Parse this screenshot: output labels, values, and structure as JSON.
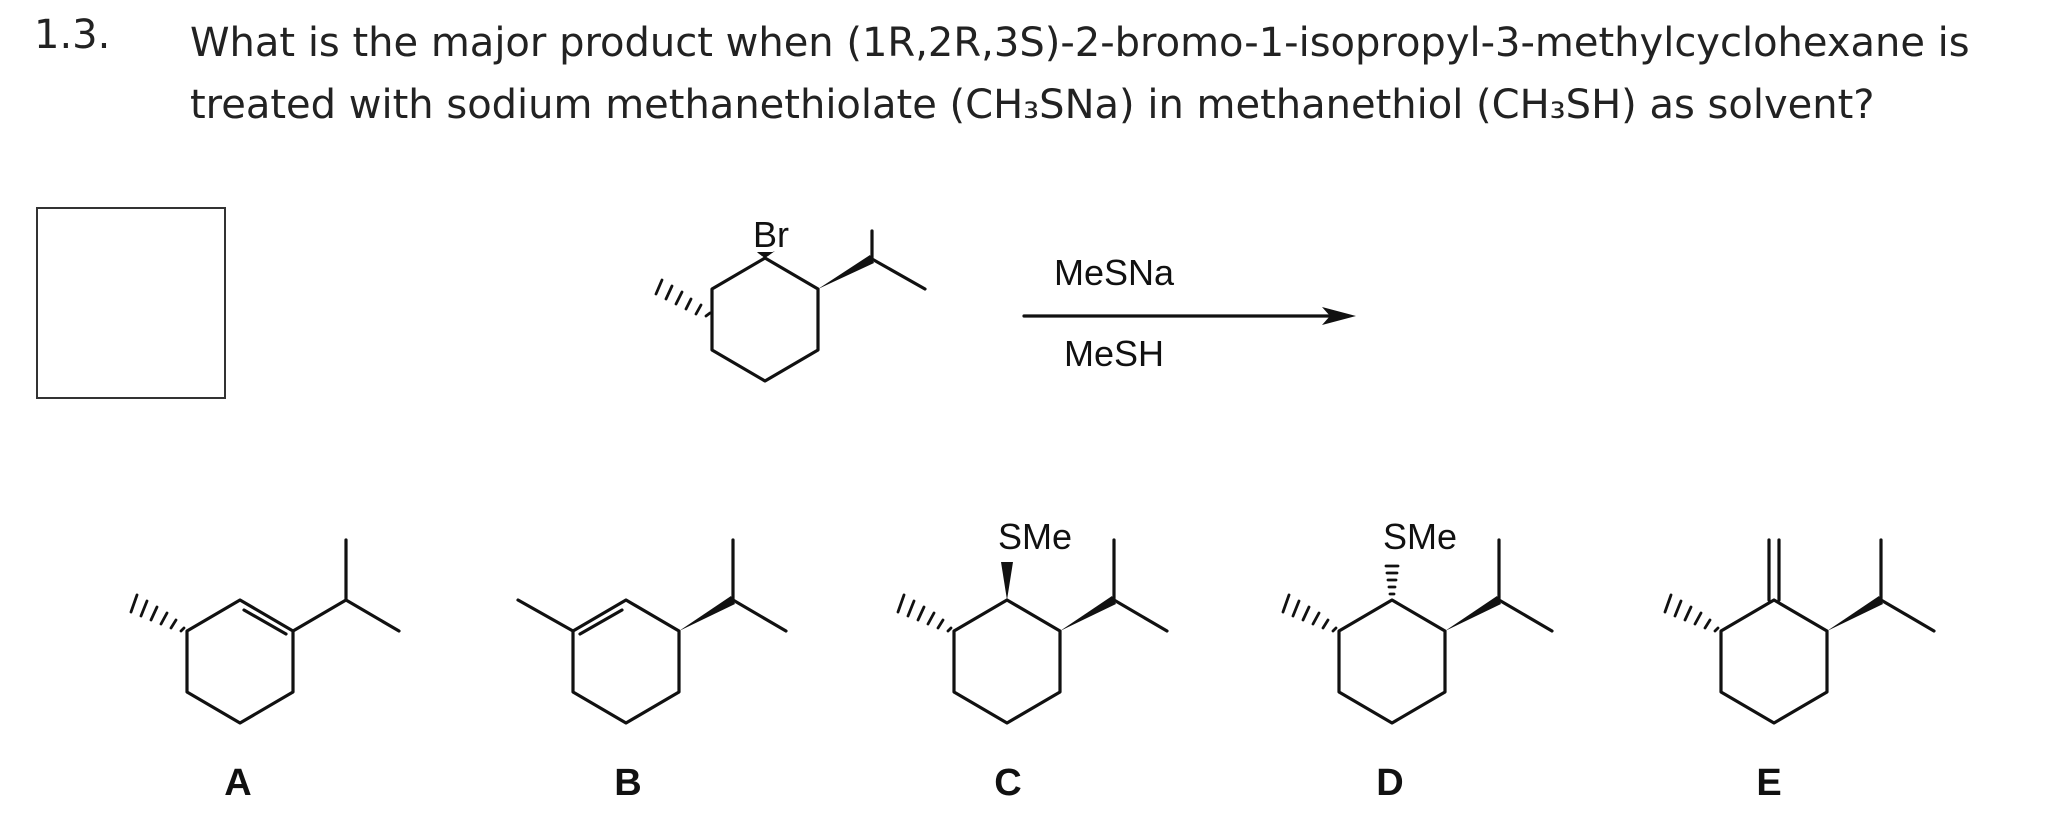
{
  "question": {
    "number": "1.3.",
    "line1": "What is the major product when (1R,2R,3S)-2-bromo-1-isopropyl-3-methylcyclohexane is",
    "line2": "treated with sodium methanethiolate (CH₃SNa) in methanethiol (CH₃SH) as solvent?"
  },
  "reaction": {
    "substituent_label": "Br",
    "reagent_above": "MeSNa",
    "reagent_below": "MeSH"
  },
  "options": [
    {
      "label": "A",
      "substituent": ""
    },
    {
      "label": "B",
      "substituent": ""
    },
    {
      "label": "C",
      "substituent": "SMe"
    },
    {
      "label": "D",
      "substituent": "SMe"
    },
    {
      "label": "E",
      "substituent": ""
    }
  ]
}
